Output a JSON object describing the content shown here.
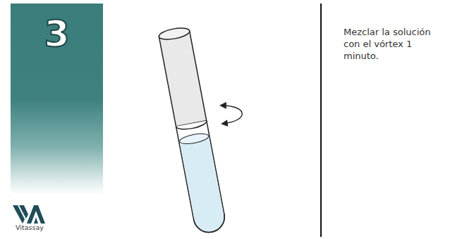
{
  "diagram": {
    "nodes": [
      {
        "text": [
          "3"
        ]
      }
    ],
    "labels": [
      "Mezclar la solución con el vórtex 1 minuto.",
      "Vitassay"
    ]
  }
}
